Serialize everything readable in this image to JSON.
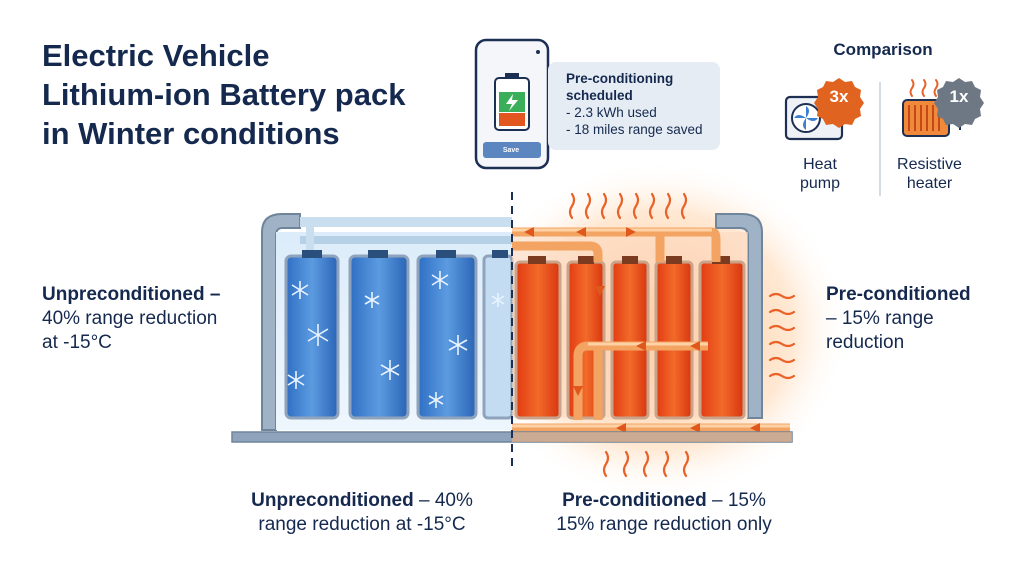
{
  "title": {
    "line1": "Electric Vehicle",
    "line2": "Lithium-ion Battery pack",
    "line3": "in Winter conditions"
  },
  "phone": {
    "status_line1": "Pre-conditioning",
    "status_line2": "scheduled",
    "detail1": "- 2.3 kWh used",
    "detail2": "- 18 miles range saved",
    "save_label": "Save",
    "battery_icon": "battery-charging-icon"
  },
  "comparison": {
    "title": "Comparison",
    "heat_pump": {
      "badge": "3x",
      "label_line1": "Heat",
      "label_line2": "pump",
      "icon": "heat-pump-icon"
    },
    "resistive_heater": {
      "badge": "1x",
      "label_line1": "Resistive",
      "label_line2": "heater",
      "icon": "resistive-heater-icon"
    }
  },
  "left_label": {
    "bold": "Unpreconditioned –",
    "line2": "40% range reduction",
    "line3": "at -15°C"
  },
  "right_label": {
    "bold": "Pre-conditioned",
    "line2": "– 15% range",
    "line3": "reduction"
  },
  "bottom_left": {
    "bold": "Unpreconditioned",
    "rest": " – 40%",
    "line2": "range reduction at -15°C"
  },
  "bottom_right": {
    "bold": "Pre-conditioned",
    "rest": " – 15%",
    "line2": "15% range reduction only"
  },
  "colors": {
    "navy": "#15294f",
    "cold_blue": "#3d7fd0",
    "hot_red": "#e8461a",
    "heat_orange": "#f08a3a",
    "badge_orange": "#e0631f",
    "badge_grey": "#6e7884"
  }
}
